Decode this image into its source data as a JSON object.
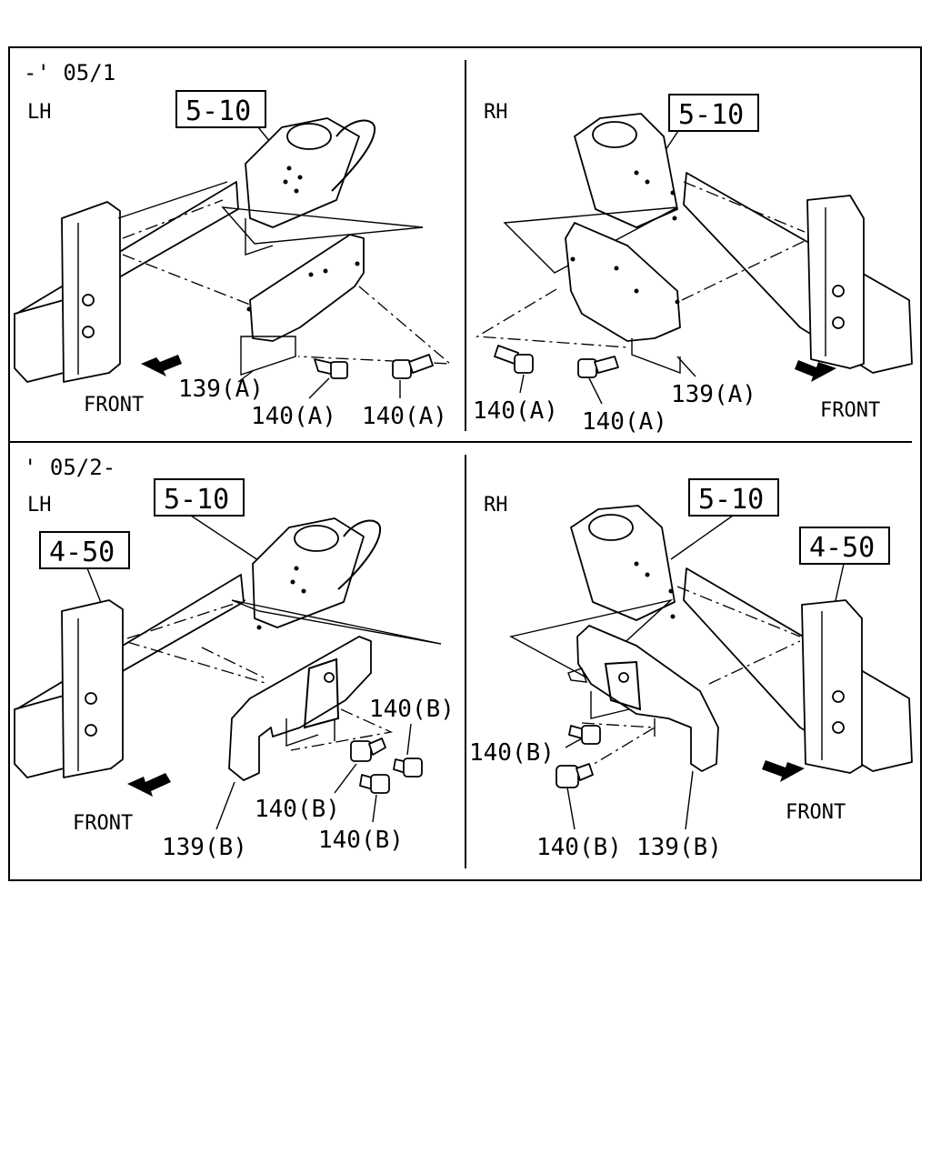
{
  "sections": {
    "top": {
      "date_label": "-' 05/1"
    },
    "bottom": {
      "date_label": "' 05/2-"
    }
  },
  "panels": {
    "top_left": {
      "side": "LH",
      "ref": "5-10",
      "direction": "FRONT",
      "callouts": {
        "bracket": "139(A)",
        "bolt_1": "140(A)",
        "bolt_2": "140(A)"
      }
    },
    "top_right": {
      "side": "RH",
      "ref": "5-10",
      "direction": "FRONT",
      "callouts": {
        "bracket": "139(A)",
        "bolt_1": "140(A)",
        "bolt_2": "140(A)"
      }
    },
    "bottom_left": {
      "side": "LH",
      "ref": "5-10",
      "ref_2": "4-50",
      "direction": "FRONT",
      "callouts": {
        "bracket": "139(B)",
        "bolt_1": "140(B)",
        "bolt_2": "140(B)",
        "bolt_3": "140(B)"
      }
    },
    "bottom_right": {
      "side": "RH",
      "ref": "5-10",
      "ref_2": "4-50",
      "direction": "FRONT",
      "callouts": {
        "bracket": "139(B)",
        "bolt_1": "140(B)",
        "bolt_2": "140(B)"
      }
    }
  }
}
